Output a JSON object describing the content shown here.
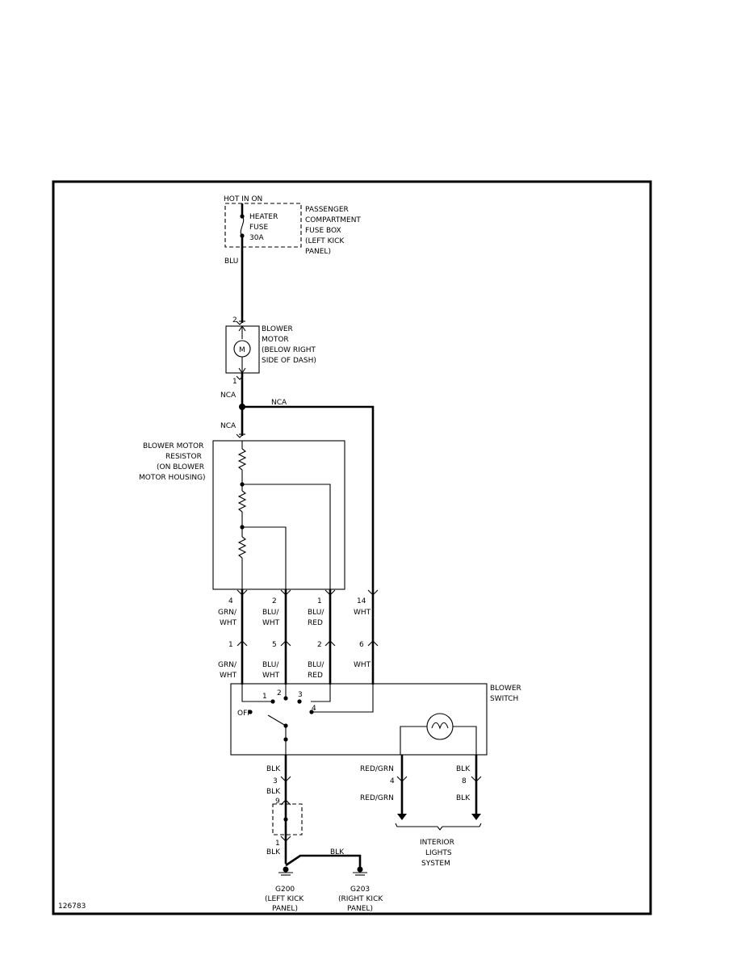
{
  "diagram_id": "126783",
  "fuse": {
    "header": "HOT IN ON",
    "name": [
      "HEATER",
      "FUSE",
      "30A"
    ],
    "location": [
      "PASSENGER",
      "COMPARTMENT",
      "FUSE BOX",
      "(LEFT KICK",
      "PANEL)"
    ]
  },
  "wire_fuse_out": "BLU",
  "blower_motor": {
    "pin_top": "2",
    "pin_bottom": "1",
    "symbol": "M",
    "label": [
      "BLOWER",
      "MOTOR",
      "(BELOW RIGHT",
      "SIDE OF DASH)"
    ]
  },
  "wire_motor_out": "NCA",
  "wire_branch": "NCA",
  "wire_to_resistor": "NCA",
  "resistor": {
    "label": [
      "BLOWER MOTOR",
      "RESISTOR",
      "(ON BLOWER",
      "MOTOR HOUSING)"
    ]
  },
  "resistor_pins": [
    "4",
    "2",
    "1",
    "14"
  ],
  "wires_upper": [
    [
      "GRN/",
      "WHT"
    ],
    [
      "BLU/",
      "WHT"
    ],
    [
      "BLU/",
      "RED"
    ],
    [
      "WHT",
      ""
    ]
  ],
  "switch_pins_in": [
    "1",
    "5",
    "2",
    "6"
  ],
  "wires_lower": [
    [
      "GRN/",
      "WHT"
    ],
    [
      "BLU/",
      "WHT"
    ],
    [
      "BLU/",
      "RED"
    ],
    [
      "WHT",
      ""
    ]
  ],
  "blower_switch": {
    "label": [
      "BLOWER",
      "SWITCH"
    ],
    "positions": [
      "1",
      "2",
      "3",
      "4"
    ],
    "off": "OFF"
  },
  "ground_path": {
    "wire1": "BLK",
    "pin1": "3",
    "wire2": "BLK",
    "pin2": "9",
    "pin3": "1",
    "wire3": "BLK",
    "branch_wire": "BLK"
  },
  "lamp_circuit": {
    "left_wire": "RED/GRN",
    "left_pin": "4",
    "left_wire2": "RED/GRN",
    "right_wire": "BLK",
    "right_pin": "8",
    "right_wire2": "BLK",
    "system": [
      "INTERIOR",
      "LIGHTS",
      "SYSTEM"
    ]
  },
  "grounds": [
    {
      "name": "G200",
      "location": [
        "(LEFT KICK",
        "PANEL)"
      ]
    },
    {
      "name": "G203",
      "location": [
        "(RIGHT KICK",
        "PANEL)"
      ]
    }
  ]
}
